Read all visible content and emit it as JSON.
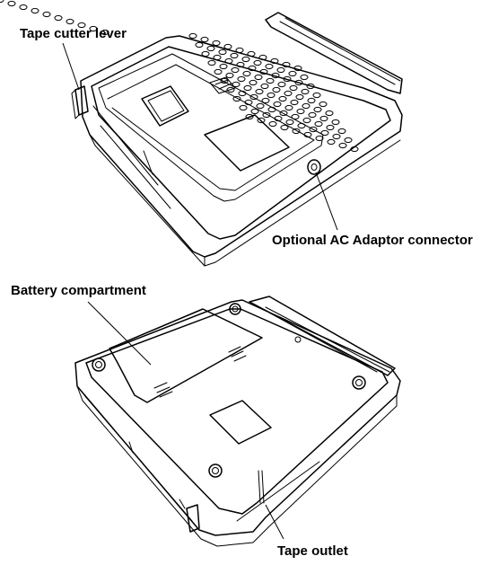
{
  "labels": {
    "tape_cutter_lever": "Tape cutter lever",
    "ac_adaptor_connector": "Optional AC Adaptor connector",
    "battery_compartment": "Battery compartment",
    "tape_outlet": "Tape outlet"
  },
  "colors": {
    "line": "#000000",
    "background": "#ffffff"
  }
}
